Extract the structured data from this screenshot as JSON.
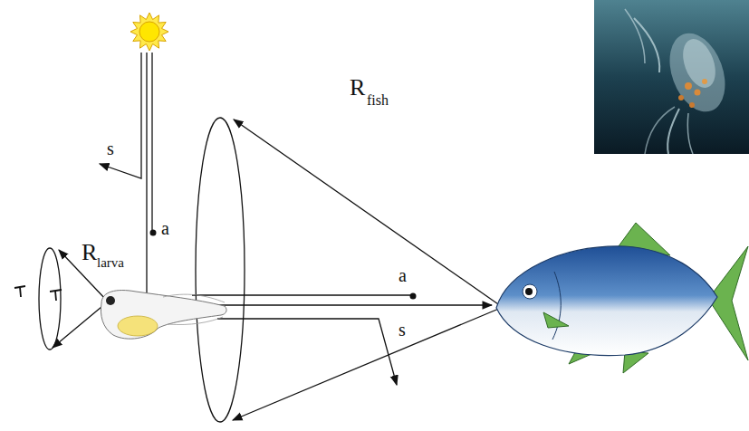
{
  "diagram": {
    "labels": [
      "s",
      "a",
      "R",
      "larva",
      "a",
      "R",
      "fish",
      "s"
    ]
  }
}
